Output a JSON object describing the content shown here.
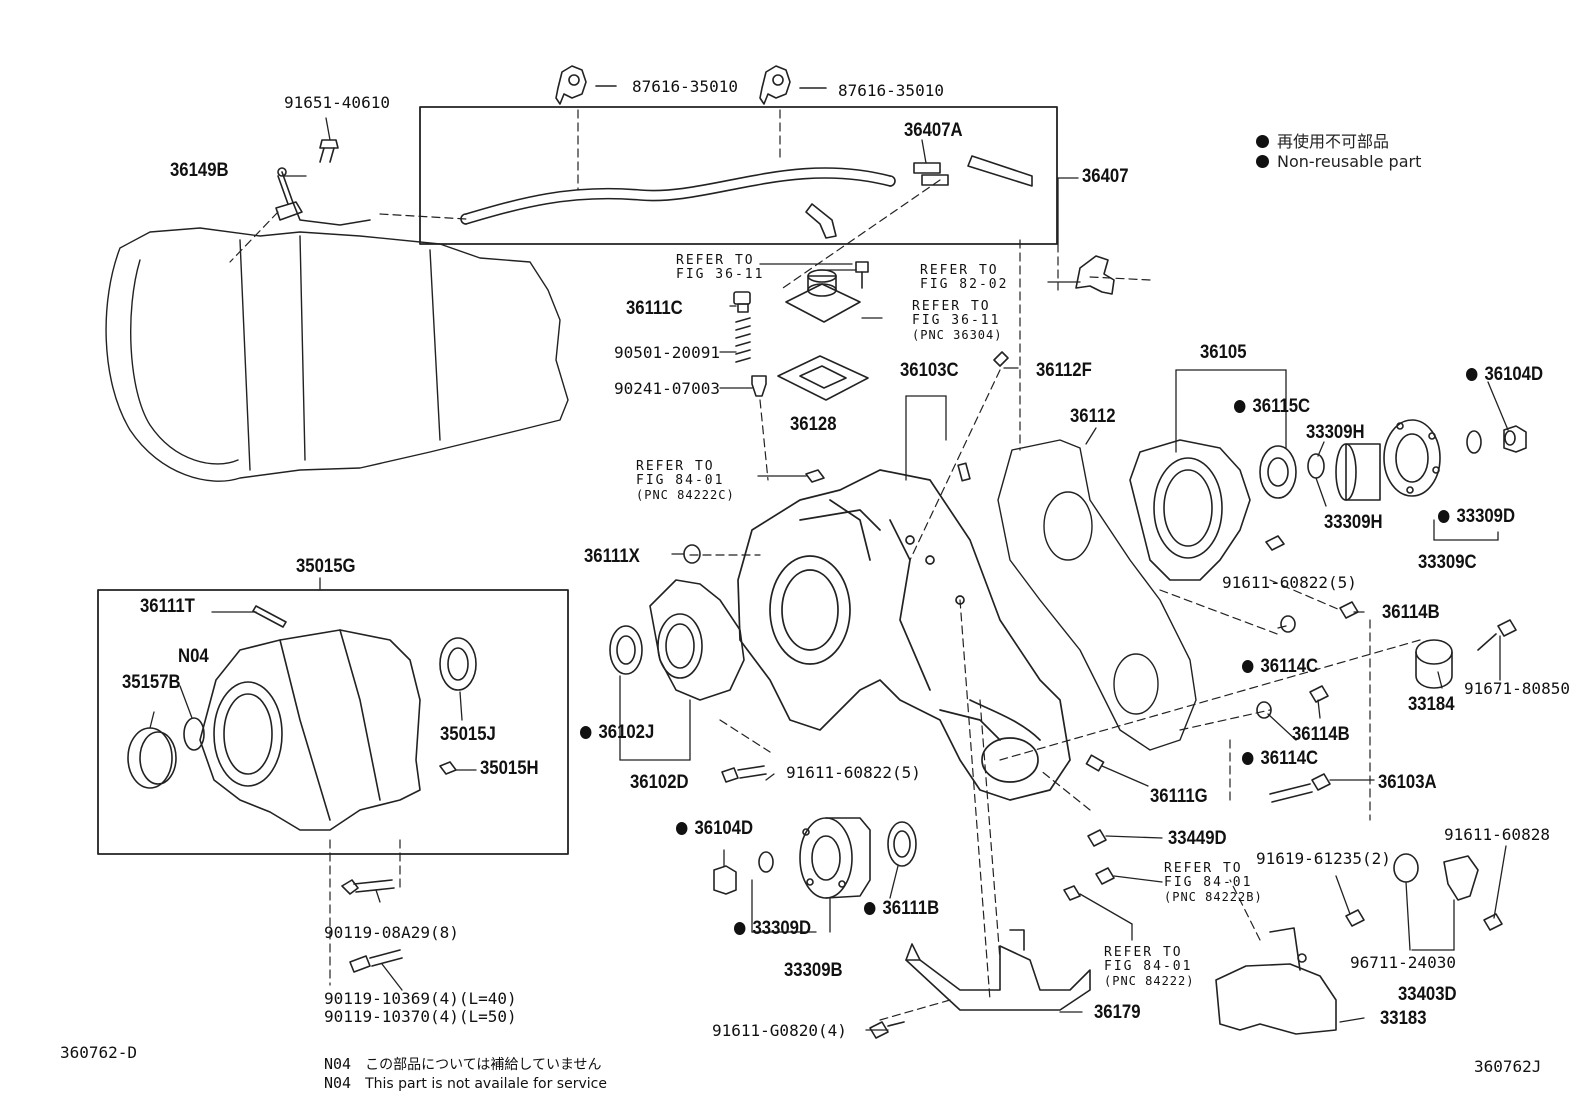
{
  "legend": {
    "jp": "再使用不可部品",
    "en": "Non-reusable part"
  },
  "footer": {
    "left_code": "360762-D",
    "right_code": "360762J",
    "note_code": "N04",
    "note_jp": "この部品については補給していません",
    "note_en": "This part is not availale for service"
  },
  "refer": {
    "a": [
      "REFER TO",
      "FIG 36-11"
    ],
    "b": [
      "REFER TO",
      "FIG 82-02"
    ],
    "c": [
      "REFER TO",
      "FIG 36-11",
      "(PNC 36304)"
    ],
    "d": [
      "REFER TO",
      "FIG 84-01",
      "(PNC 84222C)"
    ],
    "e": [
      "REFER TO",
      "FIG 84-01",
      "(PNC 84222B)"
    ],
    "f": [
      "REFER TO",
      "FIG 84-01",
      "(PNC 84222)"
    ]
  },
  "parts": {
    "p87616a": "87616-35010",
    "p87616b": "87616-35010",
    "p91651": "91651-40610",
    "p36149B": "36149B",
    "p36407A": "36407A",
    "p36407": "36407",
    "p36111C": "36111C",
    "p90501": "90501-20091",
    "p90241": "90241-07003",
    "p36128": "36128",
    "p36103C": "36103C",
    "p36112F": "36112F",
    "p36112": "36112",
    "p36105": "36105",
    "p36115C": "36115C",
    "p33309H_a": "33309H",
    "p33309H_b": "33309H",
    "p36104D_a": "36104D",
    "p33309D_a": "33309D",
    "p33309C": "33309C",
    "p91611_60822_a": "91611-60822(5)",
    "p36114B_a": "36114B",
    "p91671": "91671-80850",
    "p36114C_a": "36114C",
    "p33184": "33184",
    "p36114B_b": "36114B",
    "p36114C_b": "36114C",
    "p36103A": "36103A",
    "p36111X": "36111X",
    "p35015G": "35015G",
    "p36111T": "36111T",
    "pN04": "N04",
    "p35157B": "35157B",
    "p35015J": "35015J",
    "p35015H": "35015H",
    "p36102J": "36102J",
    "p36102D": "36102D",
    "p91611_60822_b": "91611-60822(5)",
    "p36111G": "36111G",
    "p33449D": "33449D",
    "p36104D_b": "36104D",
    "p36111B": "36111B",
    "p33309D_b": "33309D",
    "p33309B": "33309B",
    "p91619": "91619-61235(2)",
    "p91611_60828": "91611-60828",
    "p96711": "96711-24030",
    "p33403D": "33403D",
    "p33183": "33183",
    "p36179": "36179",
    "p91611_G0820": "91611-G0820(4)",
    "p90119_08A29": "90119-08A29(8)",
    "p90119_10369": "90119-10369(4)(L=40)",
    "p90119_10370": "90119-10370(4)(L=50)"
  }
}
